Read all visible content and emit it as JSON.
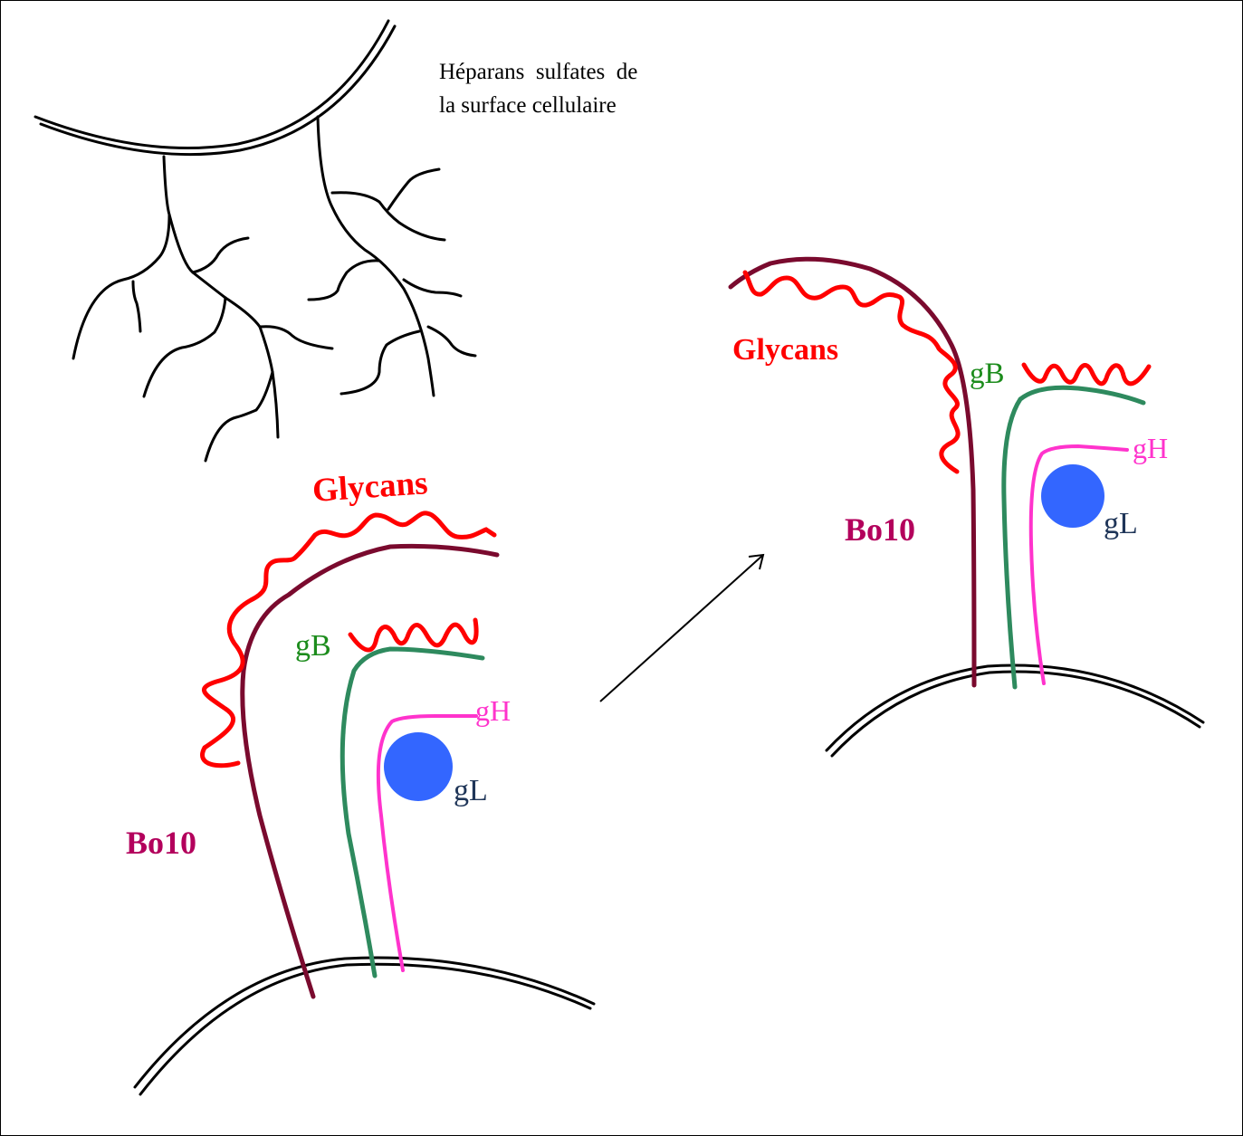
{
  "caption_line1": "Héparans  sulfates  de",
  "caption_line2": "la surface cellulaire",
  "labels": {
    "glycans": "Glycans",
    "bo10": "Bo10",
    "gB": "gB",
    "gH": "gH",
    "gL": "gL"
  },
  "colors": {
    "glycans": "#ff0000",
    "bo10_label": "#b3005c",
    "bo10_stalk": "#7a0a2e",
    "gB_label": "#1c8c1c",
    "gB_stalk": "#2e8a5e",
    "gH": "#ff33cc",
    "gL_ball": "#3366ff",
    "gL_label": "#1f3558",
    "lines": "#000000"
  }
}
